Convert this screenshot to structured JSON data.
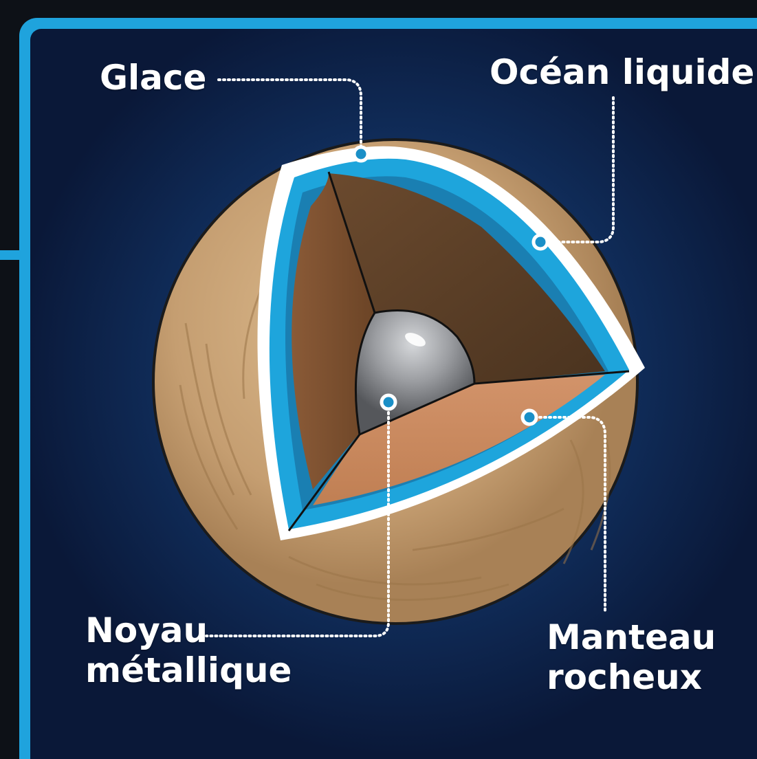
{
  "labels": {
    "ice": "Glace",
    "ocean": "Océan liquide",
    "core_line1": "Noyau",
    "core_line2": "métallique",
    "mantle_line1": "Manteau",
    "mantle_line2": "rocheux"
  },
  "colors": {
    "frame_blue": "#1fa3dd",
    "panel_navy": "#0b1b3d",
    "surface_tan": "#c9a275",
    "ice_blue": "#1ea5dc",
    "mantle_orange": "#cb8b5b",
    "mantle_brown": "#5a3f28",
    "core_gray": "#8e9094",
    "marker_blue": "#1a8fc7"
  }
}
